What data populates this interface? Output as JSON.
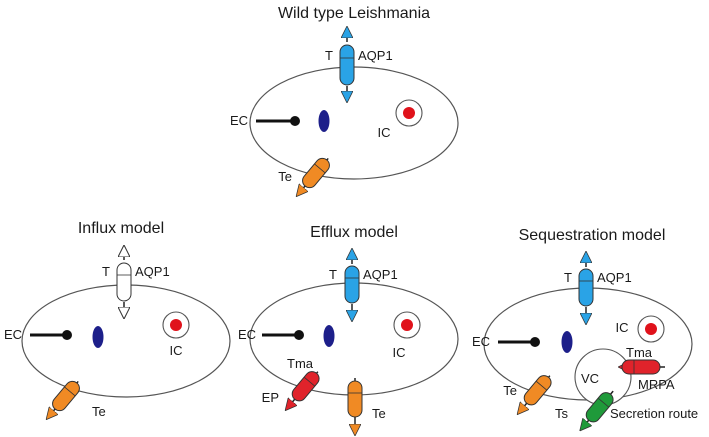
{
  "titles": {
    "wild_type": "Wild type Leishmania",
    "influx": "Influx model",
    "efflux": "Efflux model",
    "sequestration": "Sequestration model"
  },
  "labels": {
    "T": "T",
    "AQP1": "AQP1",
    "EC": "EC",
    "IC": "IC",
    "Te": "Te",
    "Tma": "Tma",
    "EP": "EP",
    "VC": "VC",
    "MRPA": "MRPA",
    "Ts": "Ts",
    "secretion_route": "Secretion route"
  },
  "colors": {
    "aqp1_blue": "#2aa3e6",
    "te_orange": "#f08a24",
    "tma_red": "#e0232b",
    "ts_green": "#1f9a3a",
    "nucleus_red": "#e0121b",
    "vesicle_navy": "#1d1f8a",
    "influx_aqp1": "#ffffff"
  }
}
